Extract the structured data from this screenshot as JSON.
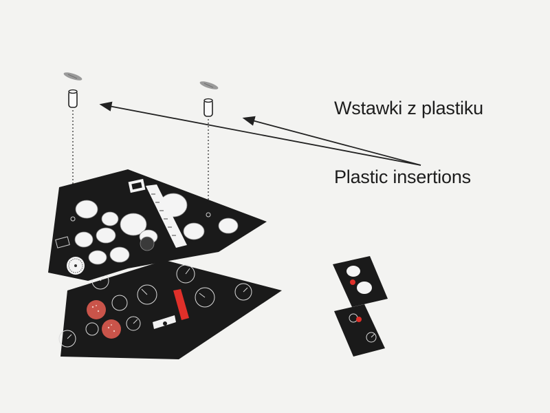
{
  "labels": {
    "polish": "Wstawki z plastiku",
    "english": "Plastic insertions"
  },
  "colors": {
    "background": "#f3f3f1",
    "panel": "#1a1a1a",
    "line": "#2b2b2b",
    "red_accent": "#e0302a",
    "dial_red": "#c9544a"
  },
  "parts": {
    "insertion_count": 2,
    "main_bezel": "instrument-panel-bezel",
    "main_backplate": "instrument-dial-backplate",
    "small_bezel": "small-panel-bezel",
    "small_backplate": "small-dial-backplate"
  }
}
